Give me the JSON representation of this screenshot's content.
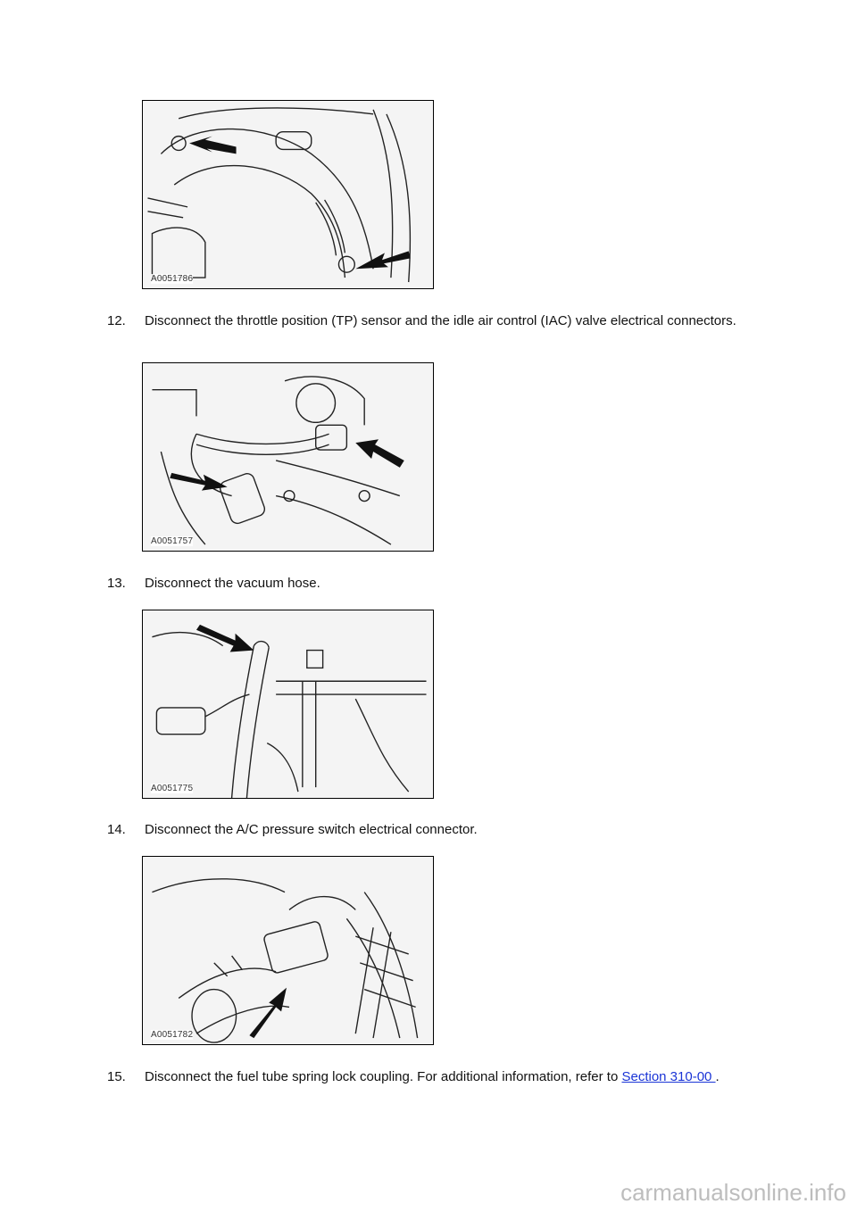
{
  "figures": [
    {
      "code": "A0051786"
    },
    {
      "code": "A0051757"
    },
    {
      "code": "A0051775"
    },
    {
      "code": "A0051782"
    }
  ],
  "steps": [
    {
      "number": "12.",
      "text": "Disconnect the throttle position (TP) sensor and the idle air control (IAC) valve electrical connectors."
    },
    {
      "number": "13.",
      "text": "Disconnect the vacuum hose."
    },
    {
      "number": "14.",
      "text": "Disconnect the A/C pressure switch electrical connector."
    },
    {
      "number": "15.",
      "text_before": "Disconnect the fuel tube spring lock coupling. For additional information, refer to ",
      "link": "Section 310-00 ",
      "text_after": "."
    }
  ],
  "watermark": "carmanualsonline.info",
  "colors": {
    "link": "#1a34d6",
    "text": "#111111",
    "line_art": "#222222"
  }
}
